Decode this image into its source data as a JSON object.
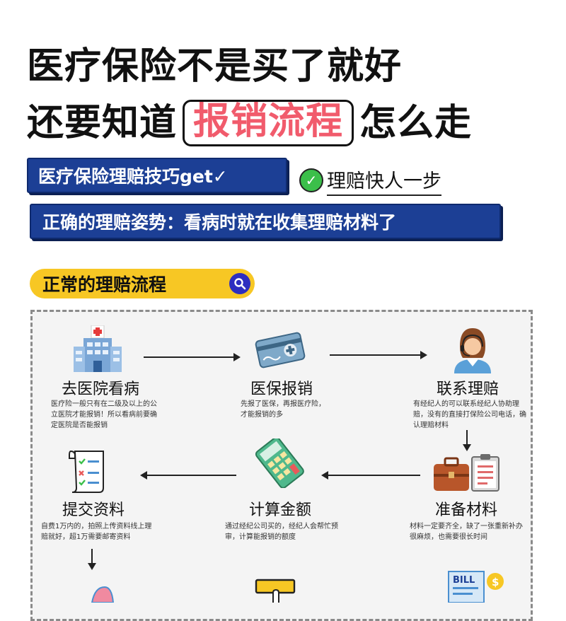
{
  "headline": {
    "line1": "医疗保险不是买了就好",
    "line2_pre": "还要知道",
    "line2_highlight": "报销流程",
    "line2_post": "怎么走"
  },
  "banner1": "医疗保险理赔技巧get✓",
  "fast_claim": "理赔快人一步",
  "banner2": "正确的理赔姿势：看病时就在收集理赔材料了",
  "section_title": "正常的理赔流程",
  "steps": [
    {
      "title": "去医院看病",
      "desc": "医疗险一般只有在二级及以上的公立医院才能报销！所以看病前要确定医院是否能报销"
    },
    {
      "title": "医保报销",
      "desc": "先报了医保，再报医疗险，才能报销的多"
    },
    {
      "title": "联系理赔",
      "desc": "有经纪人的可以联系经纪人协助理赔，没有的直接打保险公司电话，确认理赔材料"
    },
    {
      "title": "准备材料",
      "desc": "材料一定要齐全，缺了一张重新补办很麻烦，也需要很长时间"
    },
    {
      "title": "计算金额",
      "desc": "通过经纪公司买的，经纪人会帮忙预审，计算能报销的额度"
    },
    {
      "title": "提交资料",
      "desc": "自费1万内的，拍照上传资料线上理赔就好，超1万需要邮寄资料"
    }
  ],
  "bill_label": "BILL",
  "colors": {
    "banner_blue": "#1c3f95",
    "highlight_red": "#f15b6c",
    "section_yellow": "#f7c724",
    "check_green": "#3bbf4a"
  }
}
